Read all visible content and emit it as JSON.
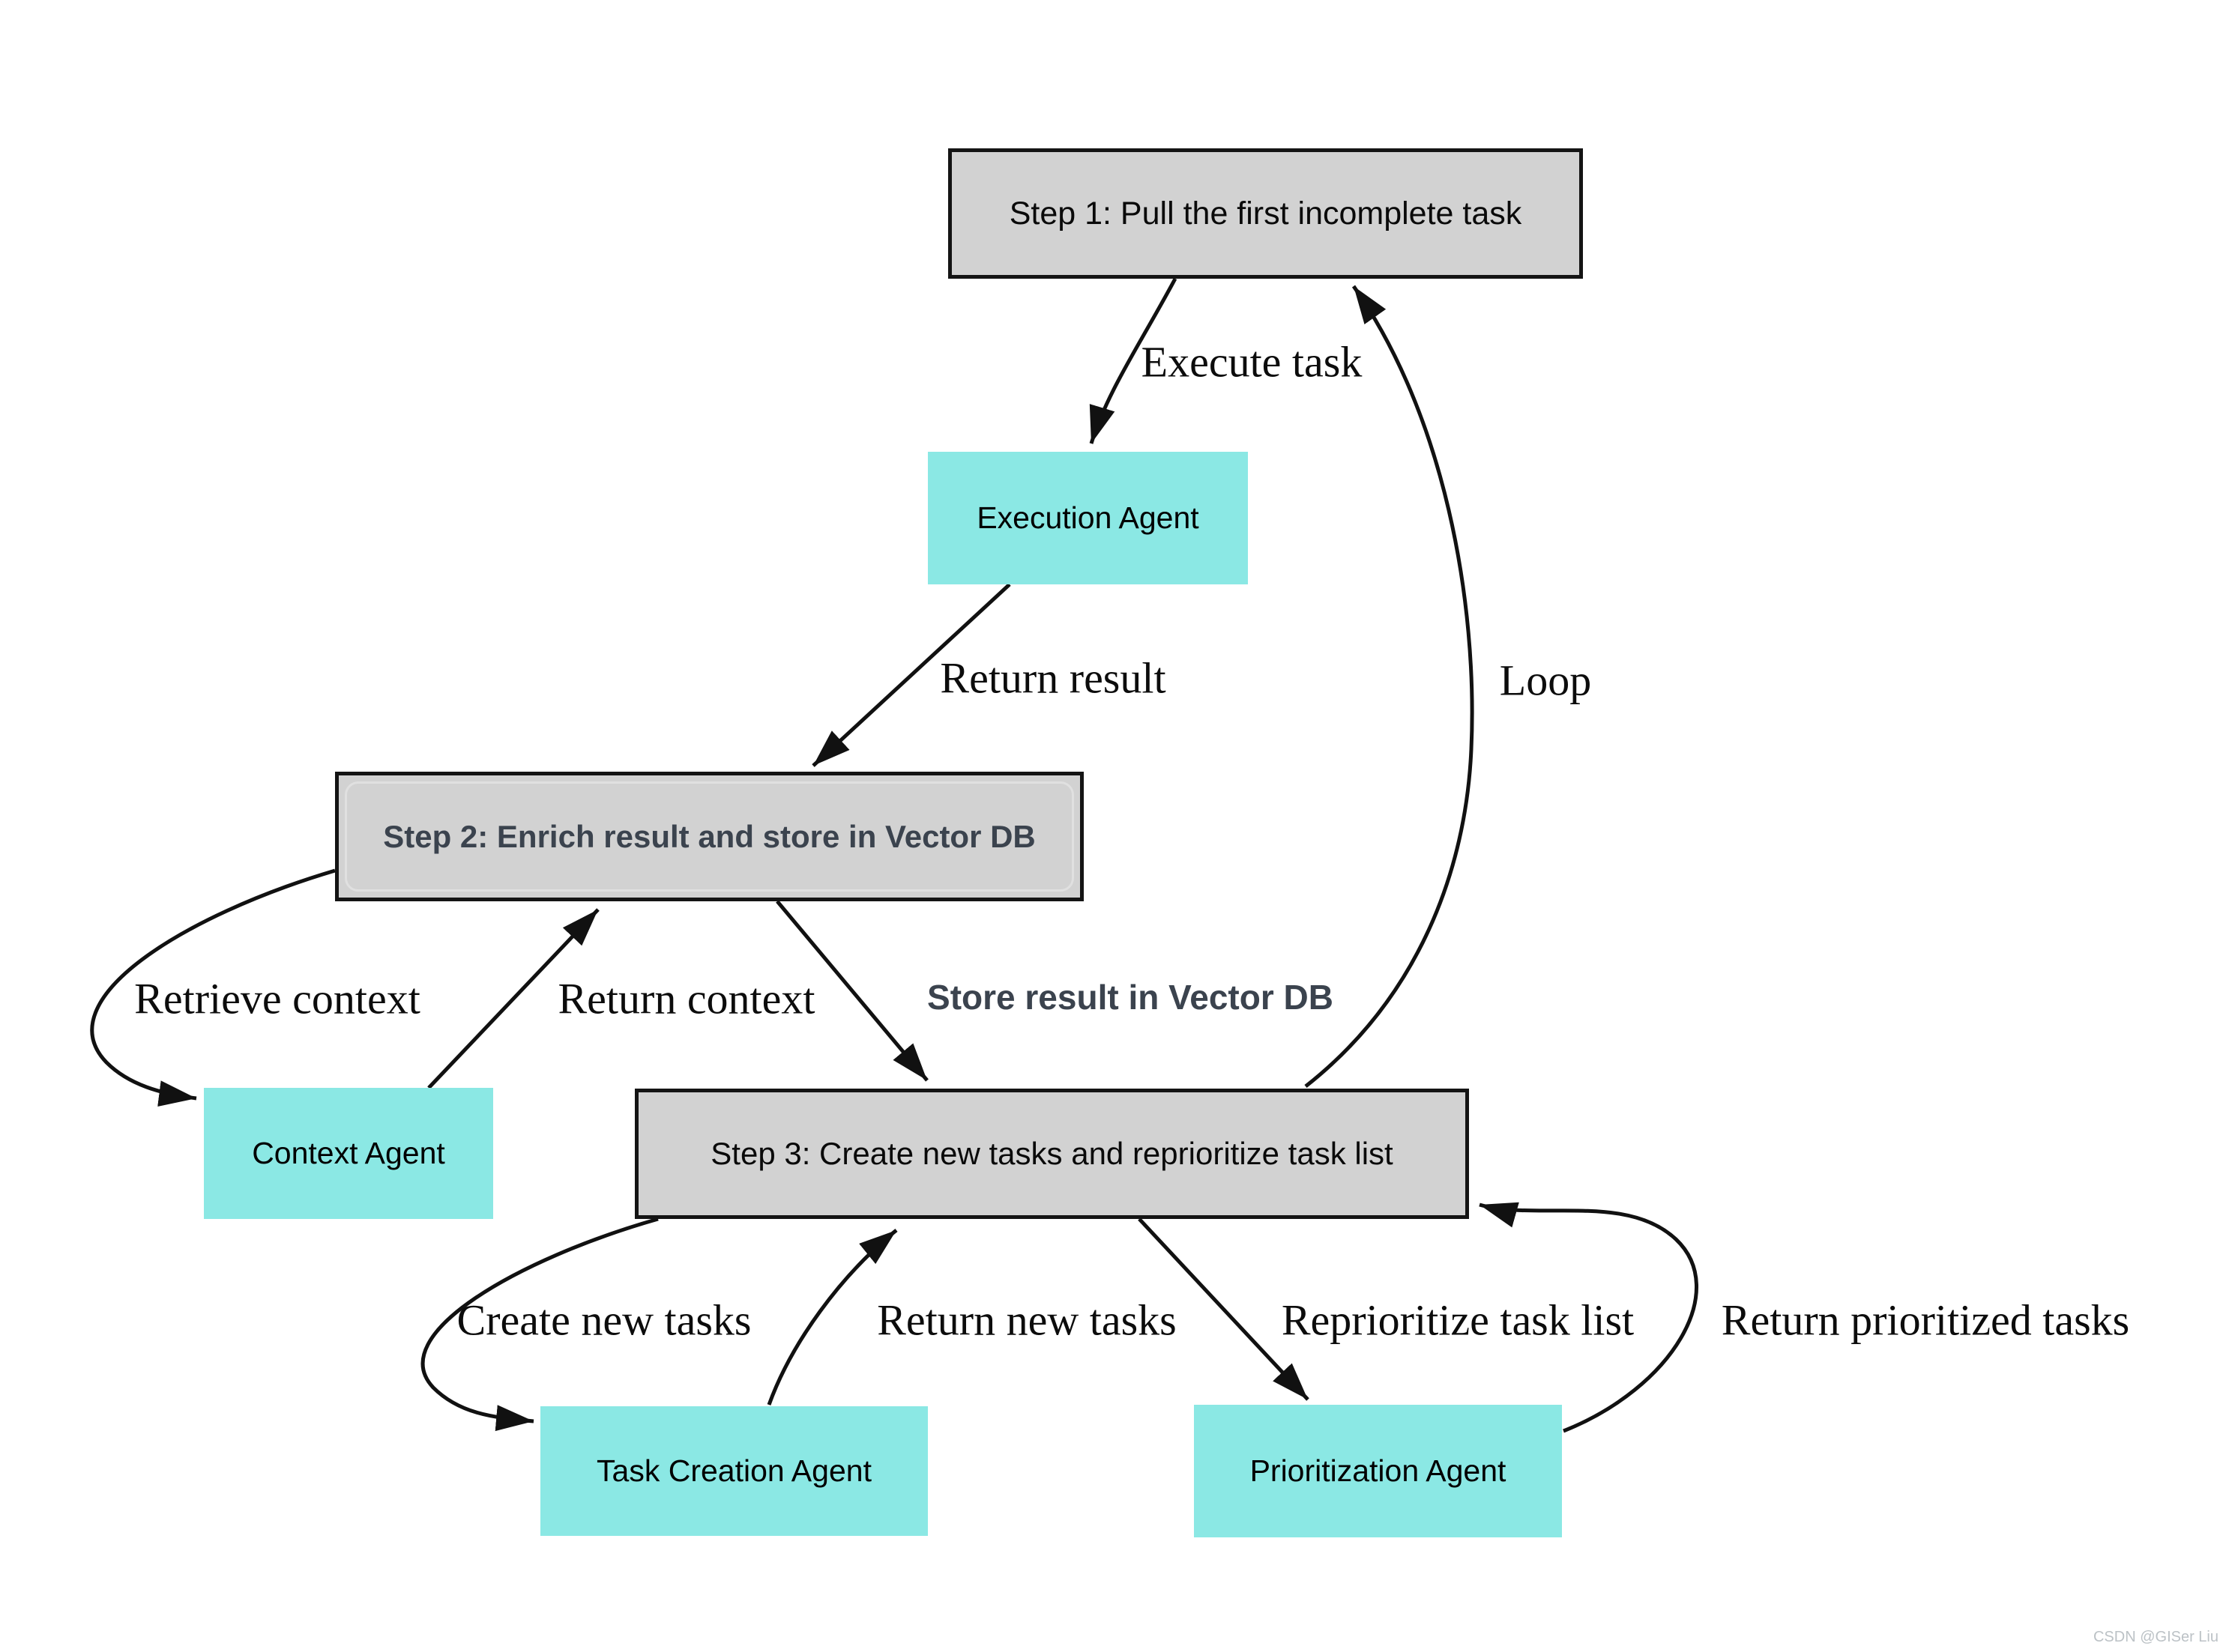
{
  "diagram": {
    "type": "flowchart",
    "nodes": {
      "step1": {
        "label": "Step 1: Pull the first incomplete task",
        "kind": "step"
      },
      "execution_agent": {
        "label": "Execution Agent",
        "kind": "agent"
      },
      "step2": {
        "label": "Step 2: Enrich result and store in Vector DB",
        "kind": "step"
      },
      "context_agent": {
        "label": "Context Agent",
        "kind": "agent"
      },
      "step3": {
        "label": "Step 3: Create new tasks and reprioritize task list",
        "kind": "step"
      },
      "task_creation_agent": {
        "label": "Task Creation Agent",
        "kind": "agent"
      },
      "prioritization_agent": {
        "label": "Prioritization Agent",
        "kind": "agent"
      }
    },
    "edges": {
      "execute_task": {
        "label": "Execute task",
        "from": "step1",
        "to": "execution_agent"
      },
      "return_result": {
        "label": "Return result",
        "from": "execution_agent",
        "to": "step2"
      },
      "retrieve_context": {
        "label": "Retrieve context",
        "from": "step2",
        "to": "context_agent"
      },
      "return_context": {
        "label": "Return context",
        "from": "context_agent",
        "to": "step2"
      },
      "store_result": {
        "label": "Store result in Vector DB",
        "from": "step2",
        "to": "step3"
      },
      "create_new_tasks": {
        "label": "Create new tasks",
        "from": "step3",
        "to": "task_creation_agent"
      },
      "return_new_tasks": {
        "label": "Return new tasks",
        "from": "task_creation_agent",
        "to": "step3"
      },
      "reprioritize_task_list": {
        "label": "Reprioritize task list",
        "from": "step3",
        "to": "prioritization_agent"
      },
      "return_prioritized_tasks": {
        "label": "Return prioritized tasks",
        "from": "prioritization_agent",
        "to": "step3"
      },
      "loop": {
        "label": "Loop",
        "from": "step3",
        "to": "step1"
      }
    },
    "colors": {
      "step_fill": "#d2d2d2",
      "step_border": "#141414",
      "agent_fill": "#8be8e4",
      "step2_text": "#3b434e",
      "edge_stroke": "#111111",
      "edge_label_text": "#0c0c0c",
      "watermark_text": "#bcc2c6"
    },
    "watermark": "CSDN @GISer Liu"
  }
}
